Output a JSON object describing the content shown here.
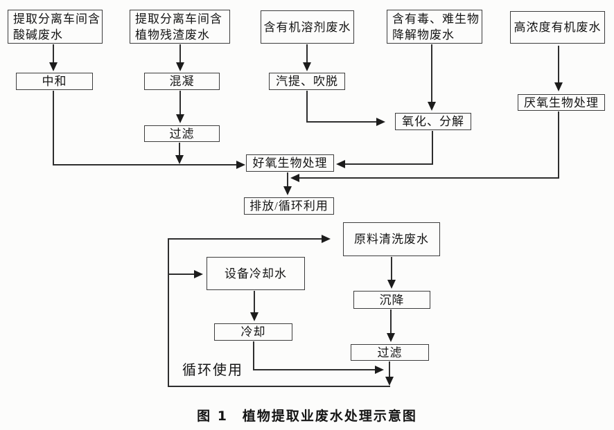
{
  "figure": {
    "caption": "图 1　植物提取业废水处理示意图",
    "recycle_label": "循环使用"
  },
  "nodes": {
    "src_acid_alkali": "提取分离车间含\n酸碱废水",
    "src_plant_residue": "提取分离车间含\n植物残渣废水",
    "src_organic_solvent": "含有机溶剂废水",
    "src_toxic_refractory": "含有毒、难生物\n降解物废水",
    "src_high_concentration": "高浓度有机废水",
    "neutralization": "中和",
    "coagulation": "混凝",
    "stripping_blowoff": "汽提、吹脱",
    "filtration_1": "过滤",
    "oxidation_decomposition": "氧化、分解",
    "aerobic_bio_treatment": "好氧生物处理",
    "discharge_recycle": "排放/循环利用",
    "anaerobic_bio_treatment": "厌氧生物处理",
    "raw_material_washing": "原料清洗废水",
    "sedimentation": "沉降",
    "filtration_2": "过滤",
    "equipment_cooling_water": "设备冷却水",
    "cooling": "冷却"
  },
  "edges": [
    {
      "from": "src_acid_alkali",
      "to": "neutralization"
    },
    {
      "from": "neutralization",
      "to": "aerobic_bio_treatment"
    },
    {
      "from": "src_plant_residue",
      "to": "coagulation"
    },
    {
      "from": "coagulation",
      "to": "filtration_1"
    },
    {
      "from": "filtration_1",
      "to": "aerobic_bio_treatment"
    },
    {
      "from": "src_organic_solvent",
      "to": "stripping_blowoff"
    },
    {
      "from": "stripping_blowoff",
      "to": "oxidation_decomposition"
    },
    {
      "from": "src_toxic_refractory",
      "to": "oxidation_decomposition"
    },
    {
      "from": "oxidation_decomposition",
      "to": "aerobic_bio_treatment"
    },
    {
      "from": "src_high_concentration",
      "to": "anaerobic_bio_treatment"
    },
    {
      "from": "anaerobic_bio_treatment",
      "to": "discharge_recycle"
    },
    {
      "from": "aerobic_bio_treatment",
      "to": "discharge_recycle"
    },
    {
      "from": "raw_material_washing",
      "to": "sedimentation"
    },
    {
      "from": "sedimentation",
      "to": "filtration_2"
    },
    {
      "from": "filtration_2",
      "to": "recycle_line"
    },
    {
      "from": "equipment_cooling_water",
      "to": "cooling"
    },
    {
      "from": "cooling",
      "to": "recycle_line"
    },
    {
      "from": "recycle_line",
      "to": "raw_material_washing"
    },
    {
      "from": "recycle_line",
      "to": "equipment_cooling_water"
    }
  ],
  "colors": {
    "line": "#2e2e2e",
    "box_border": "#3c3c3c",
    "text": "#141414",
    "background": "#fcfcfb"
  }
}
